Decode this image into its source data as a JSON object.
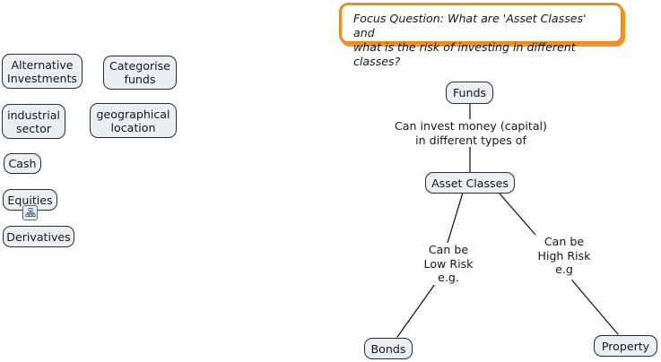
{
  "focus_question": {
    "label": "Focus Question",
    "text": "Focus  Question:  What are 'Asset Classes' and\nwhat is the risk of investing in different classes?",
    "border_color": "#f08b18"
  },
  "theme": {
    "node_fill": "#eaf0f2",
    "node_border": "#2b2b33",
    "text_color": "#16161c",
    "edge_color": "#1a1a20",
    "background": "#ffffff"
  },
  "unplaced_nodes": [
    {
      "id": "alternative-investments",
      "text": "Alternative\nInvestments"
    },
    {
      "id": "categorise-funds",
      "text": "Categorise\nfunds"
    },
    {
      "id": "industrial-sector",
      "text": "industrial\nsector"
    },
    {
      "id": "geographical-location",
      "text": "geographical\nlocation"
    },
    {
      "id": "cash",
      "text": "Cash"
    },
    {
      "id": "equities",
      "text": "Equities"
    },
    {
      "id": "derivatives",
      "text": "Derivatives"
    }
  ],
  "map_nodes": [
    {
      "id": "funds",
      "text": "Funds"
    },
    {
      "id": "asset-classes",
      "text": "Asset Classes"
    },
    {
      "id": "bonds",
      "text": "Bonds"
    },
    {
      "id": "property",
      "text": "Property"
    }
  ],
  "edge_labels": [
    {
      "id": "funds-to-asset-classes",
      "text": "Can invest money (capital)\nin different types of"
    },
    {
      "id": "asset-classes-to-bonds",
      "text": "Can be\nLow Risk\ne.g."
    },
    {
      "id": "asset-classes-to-property",
      "text": "Can be\nHigh Risk\ne.g"
    }
  ],
  "icons": {
    "equities_sub_map": "concept-map-icon"
  }
}
